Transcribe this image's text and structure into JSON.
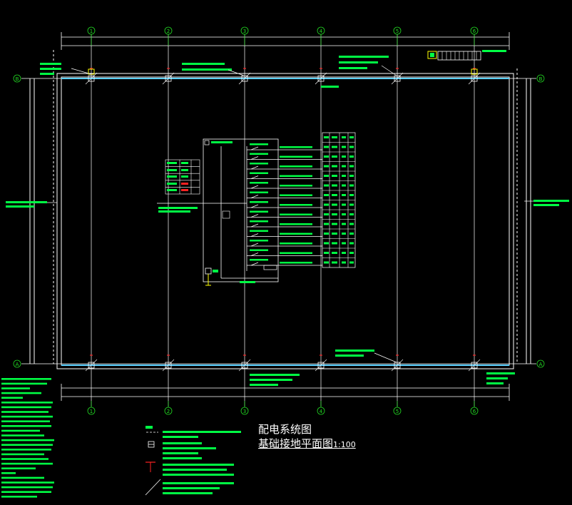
{
  "drawing": {
    "title_main": "配电系统图",
    "title_sub": "基础接地平面图",
    "scale": "1:100"
  },
  "axes": {
    "columns": [
      "1",
      "2",
      "3",
      "4",
      "5",
      "6"
    ],
    "rows": [
      "A",
      "B"
    ]
  },
  "colors": {
    "background": "#000000",
    "grid_line": "#ffffff",
    "axis_bubble": "#22dd22",
    "ground_bar": "#5ad0ff",
    "text_green": "#00ff44",
    "accent_red": "#ff2222",
    "accent_yellow": "#ffff00",
    "panel_lines": "#ffffff"
  },
  "panel": {
    "id": "AL",
    "breaker_rows": 13,
    "table_rows": 13
  }
}
